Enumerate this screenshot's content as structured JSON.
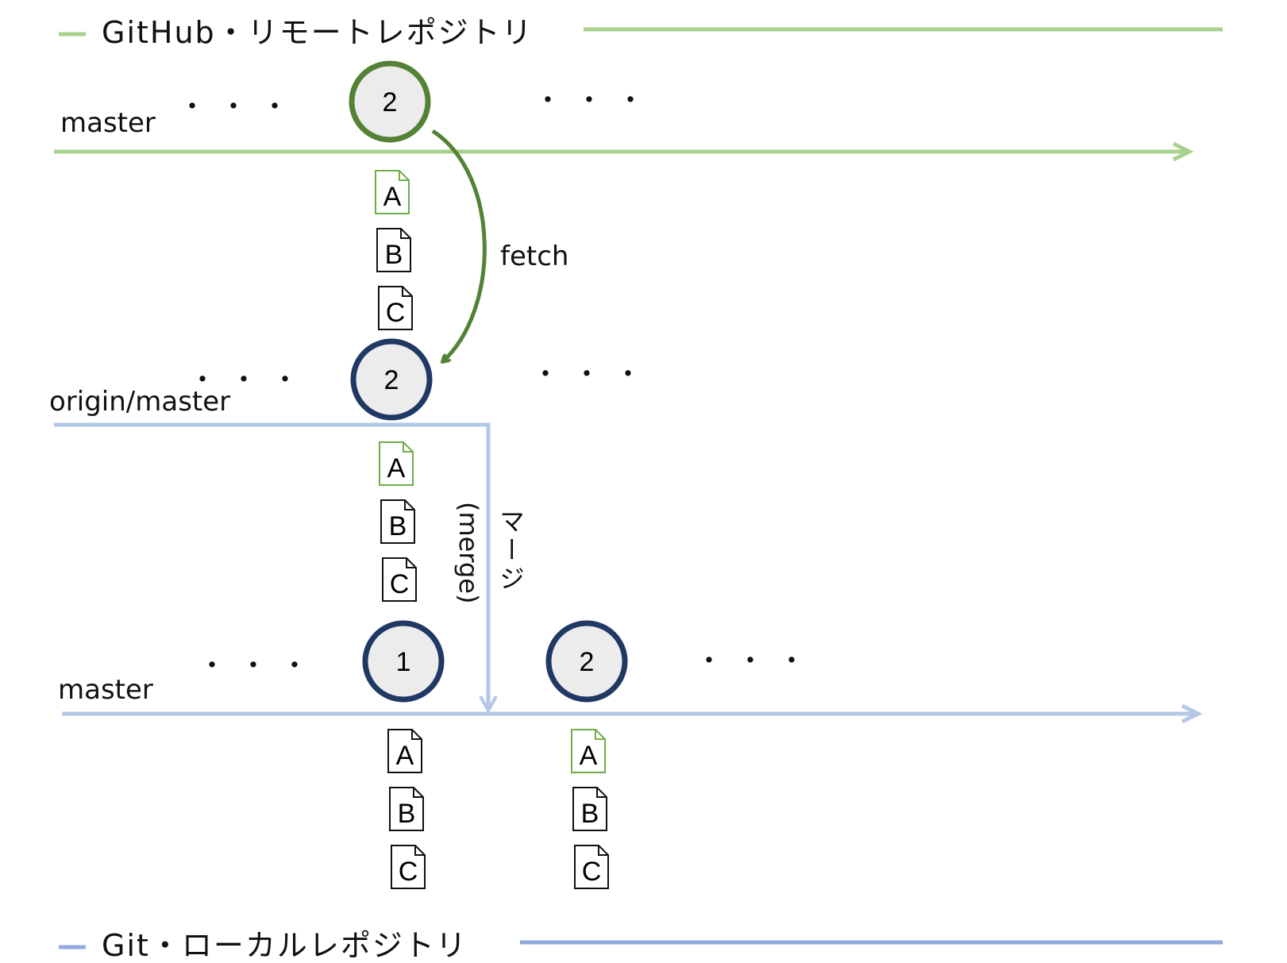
{
  "legend": {
    "remote": {
      "label": "GitHub・リモートレポジトリ",
      "color": "#a9d18e"
    },
    "local": {
      "label": "Git・ローカルレポジトリ",
      "color": "#8faadc"
    }
  },
  "colors": {
    "remote_line": "#a9d18e",
    "remote_commit_stroke": "#548235",
    "local_line": "#b4c7e7",
    "local_commit_stroke": "#203864",
    "commit_fill": "#ececec",
    "file_new_stroke": "#70ad47",
    "file_stroke": "#111111",
    "fetch_arrow": "#548235"
  },
  "branches": {
    "remote_master": "master",
    "origin_master": "origin/master",
    "local_master": "master"
  },
  "commits": {
    "remote_2": "2",
    "origin_2": "2",
    "local_1": "1",
    "local_2": "2"
  },
  "files": {
    "remote_2": [
      "A",
      "B",
      "C"
    ],
    "origin_2": [
      "A",
      "B",
      "C"
    ],
    "local_1": [
      "A",
      "B",
      "C"
    ],
    "local_2": [
      "A",
      "B",
      "C"
    ]
  },
  "operations": {
    "fetch": "fetch",
    "merge_jp": "マージ",
    "merge_en": "(merge)"
  },
  "ellipsis": "・・・"
}
